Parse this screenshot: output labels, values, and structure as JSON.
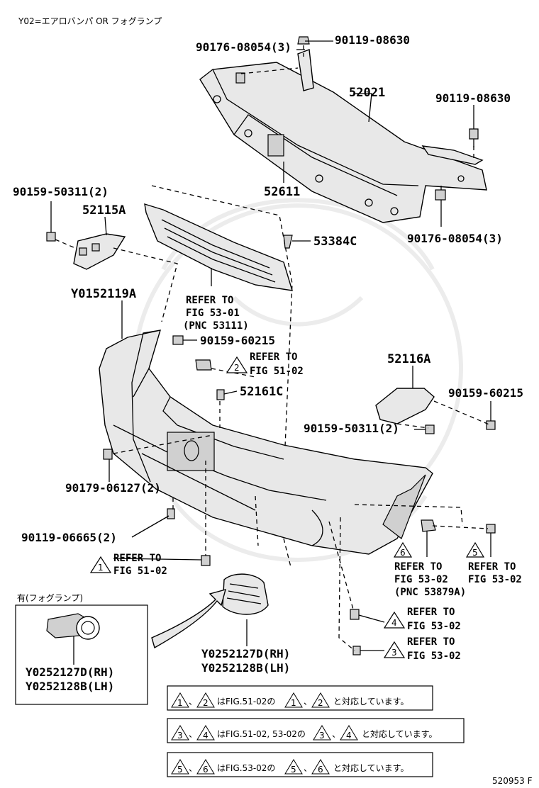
{
  "header": {
    "title": "Y02=エアロバンパ OR フォグランプ"
  },
  "footer": {
    "code": "520953 F"
  },
  "callouts": {
    "p90176_top": "90176-08054(3)",
    "p90119_top": "90119-08630",
    "p52021": "52021",
    "p90119_right": "90119-08630",
    "p52611": "52611",
    "p90176_right": "90176-08054(3)",
    "p90159_50311_left": "90159-50311(2)",
    "p52115A": "52115A",
    "p53384C": "53384C",
    "refer_53_01_a": "REFER TO",
    "refer_53_01_b": "FIG 53-01",
    "refer_53_01_c": "(PNC 53111)",
    "pY0152119A": "Y0152119A",
    "p90159_60215_mid": "90159-60215",
    "refer_2_a": "REFER TO",
    "refer_2_b": "FIG 51-02",
    "tri_2": "2",
    "p52161C": "52161C",
    "p52116A": "52116A",
    "p90159_60215_right": "90159-60215",
    "p90159_50311_right": "90159-50311(2)",
    "p90179": "90179-06127(2)",
    "p90119_06665": "90119-06665(2)",
    "refer_1_a": "REFER TO",
    "refer_1_b": "FIG 51-02",
    "tri_1": "1",
    "refer_6_a": "REFER TO",
    "refer_6_b": "FIG 53-02",
    "refer_6_c": "(PNC 53879A)",
    "tri_6": "6",
    "refer_5_a": "REFER TO",
    "refer_5_b": "FIG 53-02",
    "tri_5": "5",
    "refer_4_a": "REFER TO",
    "refer_4_b": "FIG 53-02",
    "tri_4": "4",
    "refer_3_a": "REFER TO",
    "refer_3_b": "FIG 53-02",
    "tri_3": "3",
    "fog_rh": "Y0252127D(RH)",
    "fog_lh": "Y0252128B(LH)",
    "inset_rh": "Y0252127D(RH)",
    "inset_lh": "Y0252128B(LH)"
  },
  "inset": {
    "title": "有(フォグランプ)"
  },
  "notes": [
    {
      "t1": "1",
      "sep": "、",
      "t2": "2",
      "mid": "はFIG.51-02の",
      "t3": "1",
      "sep2": "、",
      "t4": "2",
      "end": "と対応しています。"
    },
    {
      "t1": "3",
      "sep": "、",
      "t2": "4",
      "mid": "はFIG.51-02, 53-02の",
      "t3": "3",
      "sep2": "、",
      "t4": "4",
      "end": "と対応しています。"
    },
    {
      "t1": "5",
      "sep": "、",
      "t2": "6",
      "mid": "はFIG.53-02の",
      "t3": "5",
      "sep2": "、",
      "t4": "6",
      "end": "と対応しています。"
    }
  ]
}
